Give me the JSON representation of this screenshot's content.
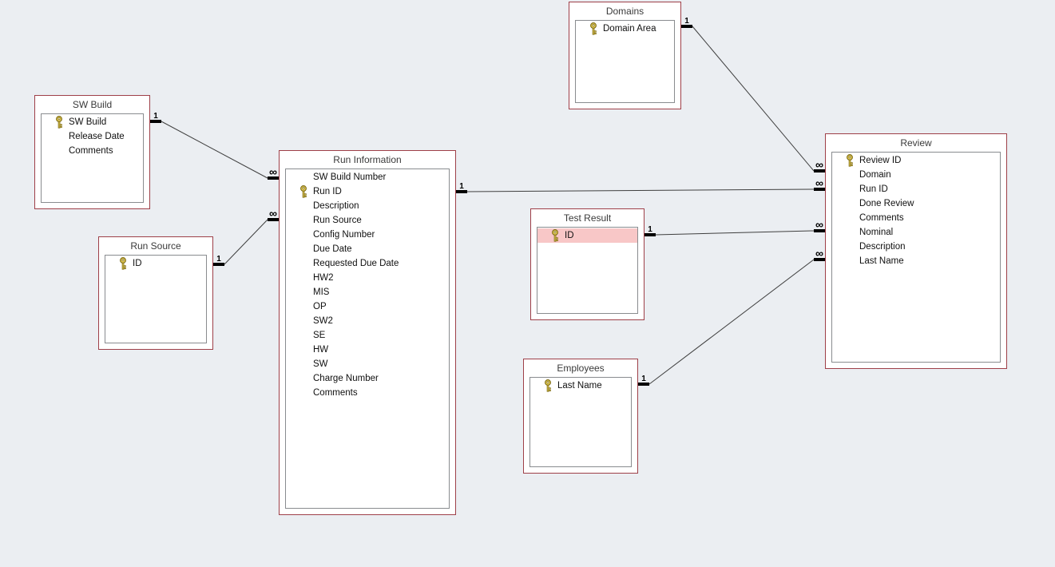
{
  "colors": {
    "canvas_background": "#ebeef2",
    "table_border": "#9e3f48",
    "field_box_border": "#898c8f",
    "table_background": "#ffffff",
    "selected_field_highlight": "#f8c7c7",
    "relationship_line": "#3f3f3f",
    "cardinality_symbol": "#000000",
    "key_icon_gold": "#e3cb57"
  },
  "tables": [
    {
      "title": "SW Build",
      "fields": [
        {
          "name": "SW Build",
          "key": true
        },
        {
          "name": "Release Date",
          "key": false
        },
        {
          "name": "Comments",
          "key": false
        }
      ]
    },
    {
      "title": "Run Source",
      "fields": [
        {
          "name": "ID",
          "key": true
        }
      ]
    },
    {
      "title": "Run Information",
      "fields": [
        {
          "name": "SW Build Number",
          "key": false
        },
        {
          "name": "Run ID",
          "key": true
        },
        {
          "name": "Description",
          "key": false
        },
        {
          "name": "Run Source",
          "key": false
        },
        {
          "name": "Config Number",
          "key": false
        },
        {
          "name": "Due Date",
          "key": false
        },
        {
          "name": "Requested Due Date",
          "key": false
        },
        {
          "name": "HW2",
          "key": false
        },
        {
          "name": "MIS",
          "key": false
        },
        {
          "name": "OP",
          "key": false
        },
        {
          "name": "SW2",
          "key": false
        },
        {
          "name": "SE",
          "key": false
        },
        {
          "name": "HW",
          "key": false
        },
        {
          "name": "SW",
          "key": false
        },
        {
          "name": "Charge Number",
          "key": false
        },
        {
          "name": "Comments",
          "key": false
        }
      ]
    },
    {
      "title": "Domains",
      "fields": [
        {
          "name": "Domain Area",
          "key": true
        }
      ]
    },
    {
      "title": "Test Result",
      "fields": [
        {
          "name": "ID",
          "key": true,
          "highlighted": true
        }
      ]
    },
    {
      "title": "Employees",
      "fields": [
        {
          "name": "Last Name",
          "key": true
        }
      ]
    },
    {
      "title": "Review",
      "fields": [
        {
          "name": "Review ID",
          "key": true
        },
        {
          "name": "Domain",
          "key": false
        },
        {
          "name": "Run ID",
          "key": false
        },
        {
          "name": "Done Review",
          "key": false
        },
        {
          "name": "Comments",
          "key": false
        },
        {
          "name": "Nominal",
          "key": false
        },
        {
          "name": "Description",
          "key": false
        },
        {
          "name": "Last Name",
          "key": false
        }
      ]
    }
  ],
  "relationships": [
    {
      "from_table": "SW Build",
      "from_cardinality": "1",
      "to_table": "Run Information",
      "to_cardinality": "∞"
    },
    {
      "from_table": "Run Source",
      "from_cardinality": "1",
      "to_table": "Run Information",
      "to_cardinality": "∞"
    },
    {
      "from_table": "Run Information",
      "from_cardinality": "1",
      "to_table": "Review",
      "to_cardinality": "∞"
    },
    {
      "from_table": "Domains",
      "from_cardinality": "1",
      "to_table": "Review",
      "to_cardinality": "∞"
    },
    {
      "from_table": "Test Result",
      "from_cardinality": "1",
      "to_table": "Review",
      "to_cardinality": "∞"
    },
    {
      "from_table": "Employees",
      "from_cardinality": "1",
      "to_table": "Review",
      "to_cardinality": "∞"
    }
  ]
}
